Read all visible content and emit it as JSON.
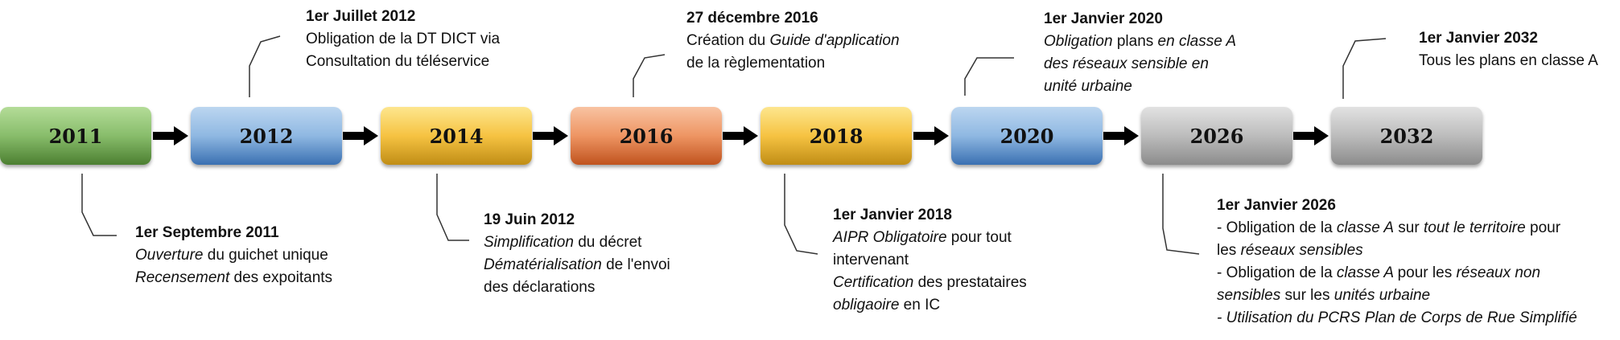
{
  "timeline": {
    "years": [
      {
        "label": "2011",
        "color": "#88bd6b"
      },
      {
        "label": "2012",
        "color": "#8fb8e2"
      },
      {
        "label": "2014",
        "color": "#f6c342"
      },
      {
        "label": "2016",
        "color": "#ee9563"
      },
      {
        "label": "2018",
        "color": "#f6c342"
      },
      {
        "label": "2020",
        "color": "#8fb8e2"
      },
      {
        "label": "2026",
        "color": "#bcbcbc"
      },
      {
        "label": "2032",
        "color": "#bcbcbc"
      }
    ],
    "arrow_color": "#000000"
  },
  "events": {
    "e2011": {
      "date": "1er Septembre 2011",
      "l1a": "Ouverture",
      "l1b": " du guichet unique",
      "l2a": "Recensement",
      "l2b": " des expoitants"
    },
    "e2012": {
      "date": "1er Juillet 2012",
      "l1": "Obligation de la DT DICT via",
      "l2": "Consultation du téléservice"
    },
    "e2014": {
      "date": "19 Juin 2012",
      "l1a": "Simplification",
      "l1b": " du décret",
      "l2a": "Dématérialisation",
      "l2b": " de l'envoi",
      "l3": "des déclarations"
    },
    "e2016": {
      "date": "27 décembre 2016",
      "l1a": "Création du ",
      "l1b": "Guide d'application",
      "l2": "de la règlementation"
    },
    "e2018": {
      "date": "1er Janvier 2018",
      "l1a": "AIPR Obligatoire",
      "l1b": " pour tout",
      "l2": "intervenant",
      "l3a": "Certification",
      "l3b": " des prestataires",
      "l4a": "obligaoire",
      "l4b": " en IC"
    },
    "e2020": {
      "date": "1er Janvier 2020",
      "l1a": "Obligation",
      "l1b": " plans ",
      "l1c": "en classe A",
      "l2": "des réseaux sensible en",
      "l3": "unité urbaine"
    },
    "e2026": {
      "date": "1er Janvier 2026",
      "l1a": "- Obligation de la ",
      "l1b": "classe A",
      "l1c": " sur ",
      "l1d": "tout le territoire",
      "l1e": " pour",
      "l2a": "les ",
      "l2b": "réseaux sensibles",
      "l3a": "- Obligation de la ",
      "l3b": "classe A ",
      "l3c": "pour les ",
      "l3d": "réseaux non",
      "l4a": "sensibles",
      "l4b": " sur les ",
      "l4c": "unités urbaine",
      "l5": "- Utilisation du PCRS Plan de Corps de Rue Simplifié"
    },
    "e2032": {
      "date": "1er Janvier 2032",
      "l1": "Tous les plans en classe A"
    }
  }
}
